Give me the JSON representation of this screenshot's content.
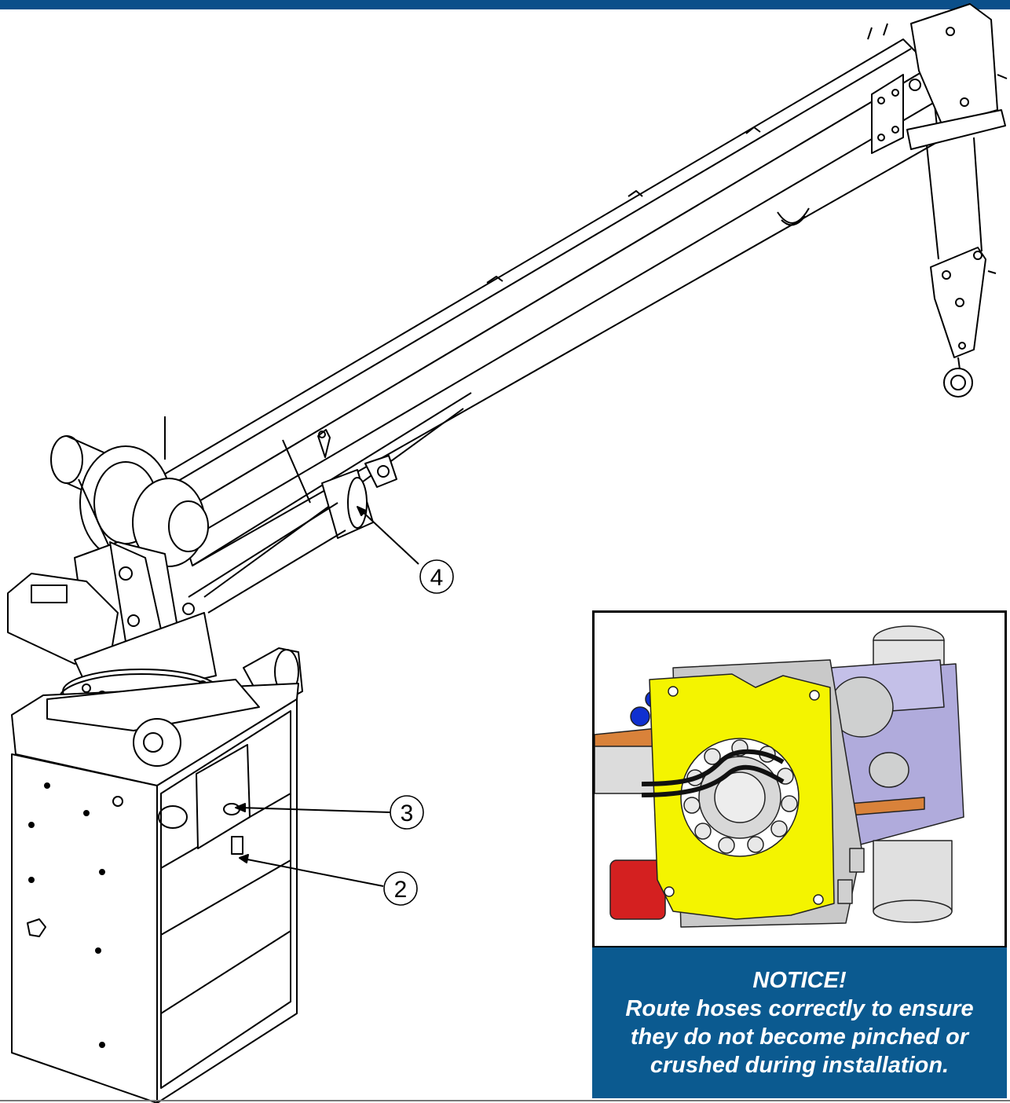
{
  "callouts": {
    "c2": "2",
    "c3": "3",
    "c4": "4"
  },
  "notice": {
    "title": "NOTICE!",
    "body": "Route hoses correctly to ensure they do not become pinched or crushed during installation."
  },
  "colors": {
    "header_bar": "#0b4f8a",
    "notice_panel": "#0b5a90",
    "mount_plate": "#f4f400",
    "hydraulic_motor": "#d42020",
    "housing": "#a9a4d6",
    "gear_plate": "#d9823a",
    "valve_knob": "#1030d0"
  }
}
